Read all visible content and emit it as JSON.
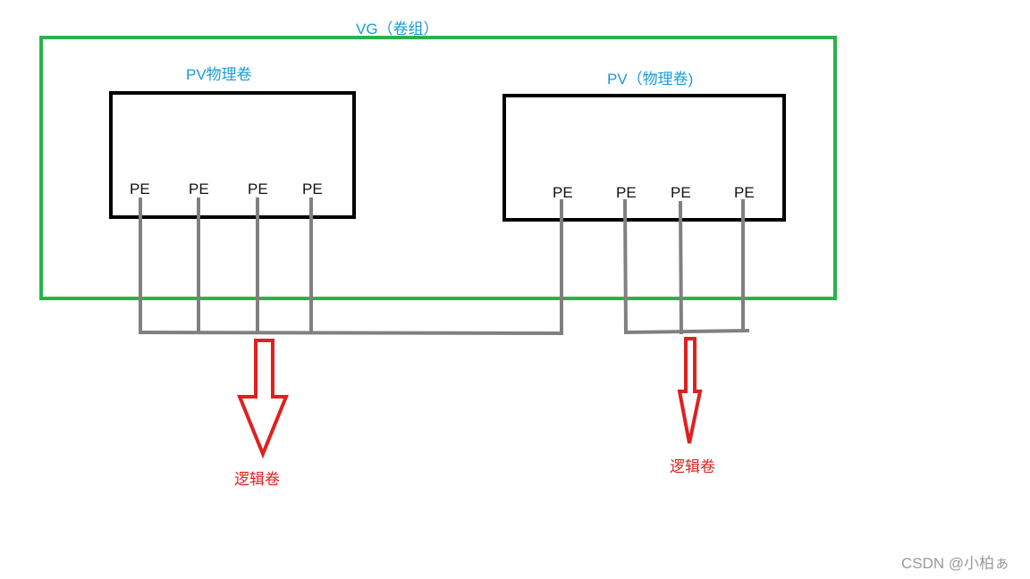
{
  "vg_label": "VG（卷组）",
  "pv1": {
    "label": "PV物理卷",
    "pe_labels": [
      "PE",
      "PE",
      "PE",
      "PE"
    ]
  },
  "pv2": {
    "label": "PV（物理卷)",
    "pe_labels": [
      "PE",
      "PE",
      "PE",
      "PE"
    ]
  },
  "lv1_label": "逻辑卷",
  "lv2_label": "逻辑卷",
  "watermark": "CSDN @小柏ぁ",
  "colors": {
    "vg_border": "#2bb24c",
    "pv_border": "#000000",
    "connector": "#808080",
    "arrow": "#e02020",
    "label_blue": "#1a9bd7"
  }
}
